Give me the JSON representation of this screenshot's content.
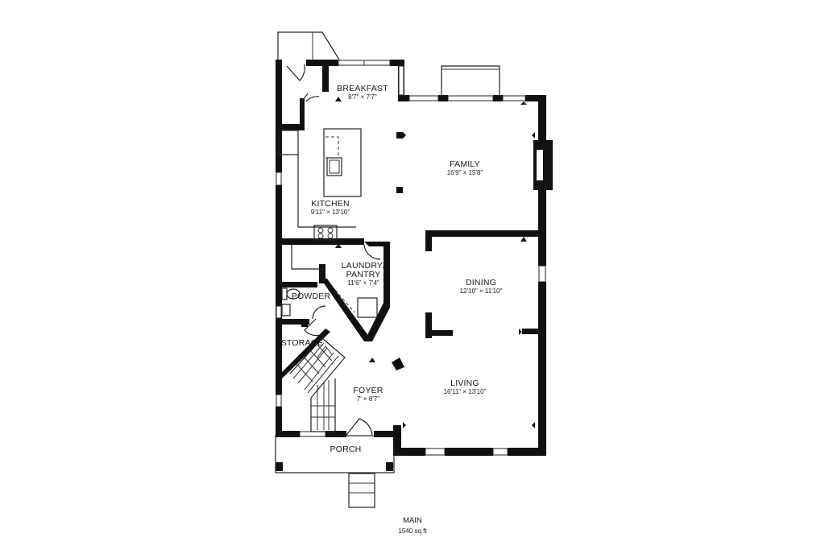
{
  "rooms": {
    "breakfast": {
      "name": "BREAKFAST",
      "dims": "8'7\" × 7'7\""
    },
    "family": {
      "name": "FAMILY",
      "dims": "16'9\" × 15'8\""
    },
    "kitchen": {
      "name": "KITCHEN",
      "dims": "9'11\" × 13'10\""
    },
    "laundry": {
      "name_line1": "LAUNDRY/",
      "name_line2": "PANTRY",
      "dims": "11'6\" × 7'4\""
    },
    "dining": {
      "name": "DINING",
      "dims": "12'10\" × 11'10\""
    },
    "powder": {
      "name": "POWDER"
    },
    "storage": {
      "name": "STORAGE"
    },
    "living": {
      "name": "LIVING",
      "dims": "16'11\" × 13'10\""
    },
    "foyer": {
      "name": "FOYER",
      "dims": "7' × 8'7\""
    },
    "porch": {
      "name": "PORCH"
    }
  },
  "level": {
    "name": "MAIN",
    "area": "1540 sq ft"
  }
}
